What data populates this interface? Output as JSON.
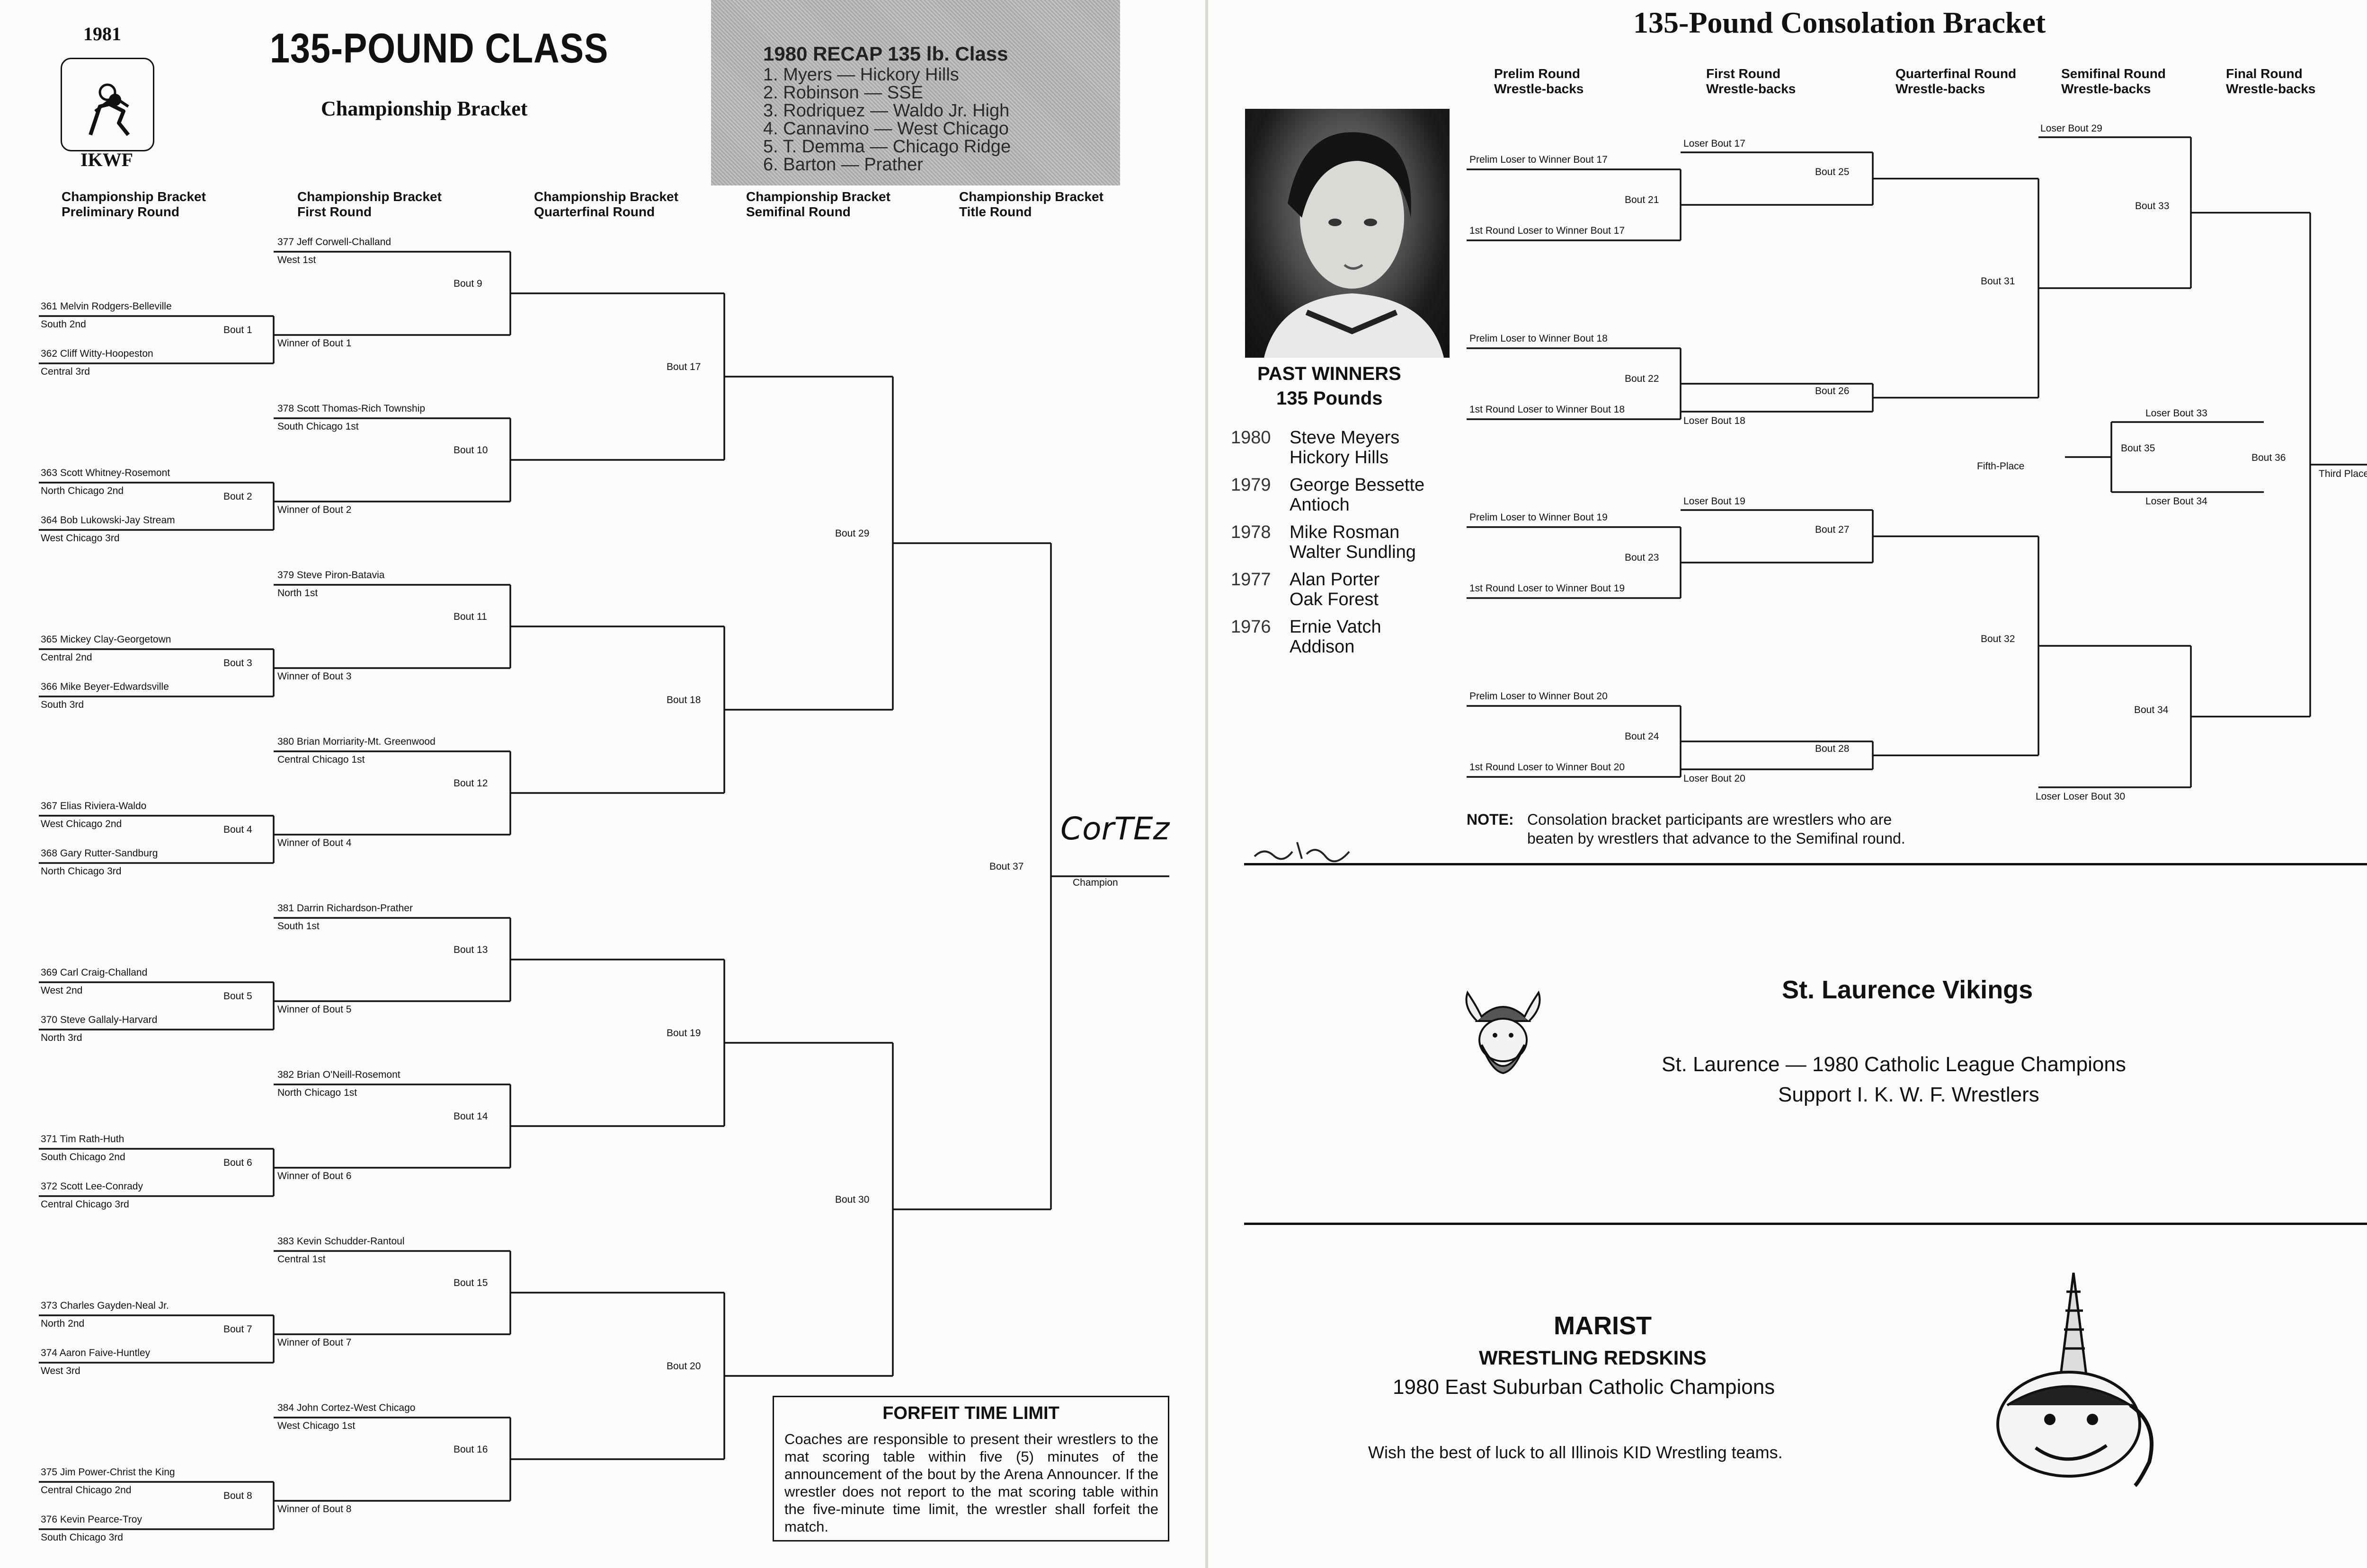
{
  "left_page": {
    "year": "1981",
    "org": "IKWF",
    "title": "135-POUND CLASS",
    "subtitle": "Championship Bracket",
    "recap": {
      "title": "1980 RECAP 135 lb. Class",
      "lines": [
        "1. Myers — Hickory Hills",
        "2. Robinson — SSE",
        "3. Rodriquez — Waldo Jr. High",
        "4. Cannavino — West Chicago",
        "5. T. Demma — Chicago Ridge",
        "6. Barton — Prather"
      ]
    },
    "round_headers": [
      [
        "Championship Bracket",
        "Preliminary Round"
      ],
      [
        "Championship Bracket",
        "First Round"
      ],
      [
        "Championship Bracket",
        "Quarterfinal Round"
      ],
      [
        "Championship Bracket",
        "Semifinal Round"
      ],
      [
        "Championship Bracket",
        "Title Round"
      ]
    ],
    "prelims": [
      {
        "a": "361 Melvin Rodgers-Belleville",
        "a_sub": "South 2nd",
        "b": "362 Cliff Witty-Hoopeston",
        "b_sub": "Central 3rd",
        "bout": "Bout 1",
        "winner": "Winner of Bout 1"
      },
      {
        "a": "363 Scott Whitney-Rosemont",
        "a_sub": "North Chicago 2nd",
        "b": "364 Bob Lukowski-Jay Stream",
        "b_sub": "West Chicago 3rd",
        "bout": "Bout 2",
        "winner": "Winner of Bout 2"
      },
      {
        "a": "365 Mickey Clay-Georgetown",
        "a_sub": "Central 2nd",
        "b": "366 Mike Beyer-Edwardsville",
        "b_sub": "South 3rd",
        "bout": "Bout 3",
        "winner": "Winner of Bout 3"
      },
      {
        "a": "367 Elias Riviera-Waldo",
        "a_sub": "West Chicago 2nd",
        "b": "368 Gary Rutter-Sandburg",
        "b_sub": "North Chicago 3rd",
        "bout": "Bout 4",
        "winner": "Winner of Bout 4"
      },
      {
        "a": "369 Carl Craig-Challand",
        "a_sub": "West 2nd",
        "b": "370 Steve Gallaly-Harvard",
        "b_sub": "North 3rd",
        "bout": "Bout 5",
        "winner": "Winner of Bout 5"
      },
      {
        "a": "371 Tim Rath-Huth",
        "a_sub": "South Chicago 2nd",
        "b": "372 Scott Lee-Conrady",
        "b_sub": "Central Chicago 3rd",
        "bout": "Bout 6",
        "winner": "Winner of Bout 6"
      },
      {
        "a": "373 Charles Gayden-Neal Jr.",
        "a_sub": "North 2nd",
        "b": "374 Aaron Faive-Huntley",
        "b_sub": "West 3rd",
        "bout": "Bout 7",
        "winner": "Winner of Bout 7"
      },
      {
        "a": "375 Jim Power-Christ the King",
        "a_sub": "Central Chicago 2nd",
        "b": "376 Kevin Pearce-Troy",
        "b_sub": "South Chicago 3rd",
        "bout": "Bout 8",
        "winner": "Winner of Bout 8"
      }
    ],
    "first_round": [
      {
        "seed": "377 Jeff Corwell-Challand",
        "sub": "West 1st",
        "bout": "Bout 9"
      },
      {
        "seed": "378 Scott Thomas-Rich Township",
        "sub": "South Chicago 1st",
        "bout": "Bout 10"
      },
      {
        "seed": "379 Steve Piron-Batavia",
        "sub": "North 1st",
        "bout": "Bout 11"
      },
      {
        "seed": "380 Brian Morriarity-Mt. Greenwood",
        "sub": "Central Chicago 1st",
        "bout": "Bout 12"
      },
      {
        "seed": "381 Darrin Richardson-Prather",
        "sub": "South 1st",
        "bout": "Bout 13"
      },
      {
        "seed": "382 Brian O'Neill-Rosemont",
        "sub": "North Chicago 1st",
        "bout": "Bout 14"
      },
      {
        "seed": "383 Kevin Schudder-Rantoul",
        "sub": "Central 1st",
        "bout": "Bout 15"
      },
      {
        "seed": "384 John Cortez-West Chicago",
        "sub": "West Chicago 1st",
        "bout": "Bout 16"
      }
    ],
    "quarter_bouts": [
      "Bout 17",
      "Bout 18",
      "Bout 19",
      "Bout 20"
    ],
    "semi_bouts": [
      "Bout 29",
      "Bout 30"
    ],
    "final_bout": "Bout 37",
    "champion_label": "Champion",
    "champion_handwritten": "CorTEz",
    "forfeit": {
      "title": "FORFEIT TIME LIMIT",
      "text": "Coaches are responsible to present their wrestlers to the mat scoring table within five (5) minutes of the announcement of the bout by the Arena Announcer. If the wrestler does not report to the mat scoring table within the five-minute time limit, the wrestler shall forfeit the match."
    }
  },
  "right_page": {
    "title": "135-Pound Consolation Bracket",
    "round_headers": [
      [
        "Prelim Round",
        "Wrestle-backs"
      ],
      [
        "First Round",
        "Wrestle-backs"
      ],
      [
        "Quarterfinal Round",
        "Wrestle-backs"
      ],
      [
        "Semifinal Round",
        "Wrestle-backs"
      ],
      [
        "Final Round",
        "Wrestle-backs"
      ]
    ],
    "past_winners_title": [
      "PAST WINNERS",
      "135 Pounds"
    ],
    "past_winners": [
      {
        "year": "1980",
        "name": "Steve Meyers",
        "school": "Hickory Hills"
      },
      {
        "year": "1979",
        "name": "George Bessette",
        "school": "Antioch"
      },
      {
        "year": "1978",
        "name": "Mike Rosman",
        "school": "Walter Sundling"
      },
      {
        "year": "1977",
        "name": "Alan Porter",
        "school": "Oak Forest"
      },
      {
        "year": "1976",
        "name": "Ernie Vatch",
        "school": "Addison"
      }
    ],
    "cons_first": [
      {
        "top": "Prelim Loser to Winner Bout 17",
        "bout": "Bout 21",
        "bottom": "1st Round Loser to Winner Bout 17"
      },
      {
        "top": "Prelim Loser to Winner Bout 18",
        "bout": "Bout 22",
        "bottom": "1st Round Loser to Winner Bout 18"
      },
      {
        "top": "Prelim Loser to Winner Bout 19",
        "bout": "Bout 23",
        "bottom": "1st Round Loser to Winner Bout 19"
      },
      {
        "top": "Prelim Loser to Winner Bout 20",
        "bout": "Bout 24",
        "bottom": "1st Round Loser to Winner Bout 20"
      }
    ],
    "cons_qf": [
      {
        "top": "Loser Bout 17",
        "bout": "Bout 25"
      },
      {
        "bout": "Bout 26",
        "bottom": "Loser Bout 18"
      },
      {
        "top": "Loser Bout 19",
        "bout": "Bout 27"
      },
      {
        "bout": "Bout 28",
        "bottom": "Loser Bout 20"
      }
    ],
    "cons_sf": [
      "Bout 31",
      "Bout 32"
    ],
    "cons_final": [
      {
        "top": "Loser Bout 29",
        "bout": "Bout 33"
      },
      {
        "bout": "Bout 34",
        "bottom": "Loser Loser Bout 30"
      }
    ],
    "fifth": {
      "top": "Loser Bout 33",
      "bout": "Bout 35",
      "bottom": "Loser Bout 34",
      "label": "Fifth-Place"
    },
    "third": {
      "bout": "Bout 36",
      "label": "Third Place"
    },
    "note_label": "NOTE:",
    "note": [
      "Consolation bracket participants are wrestlers who are",
      "beaten by wrestlers that advance to the Semifinal round."
    ],
    "ad1": {
      "title": "St. Laurence Vikings",
      "line1": "St. Laurence — 1980 Catholic League Champions",
      "line2": "Support I. K. W. F. Wrestlers"
    },
    "ad2": {
      "title": "MARIST",
      "subtitle": "WRESTLING REDSKINS",
      "line1": "1980 East Suburban Catholic Champions",
      "line2": "Wish the best of luck to all Illinois KID Wrestling teams."
    }
  }
}
